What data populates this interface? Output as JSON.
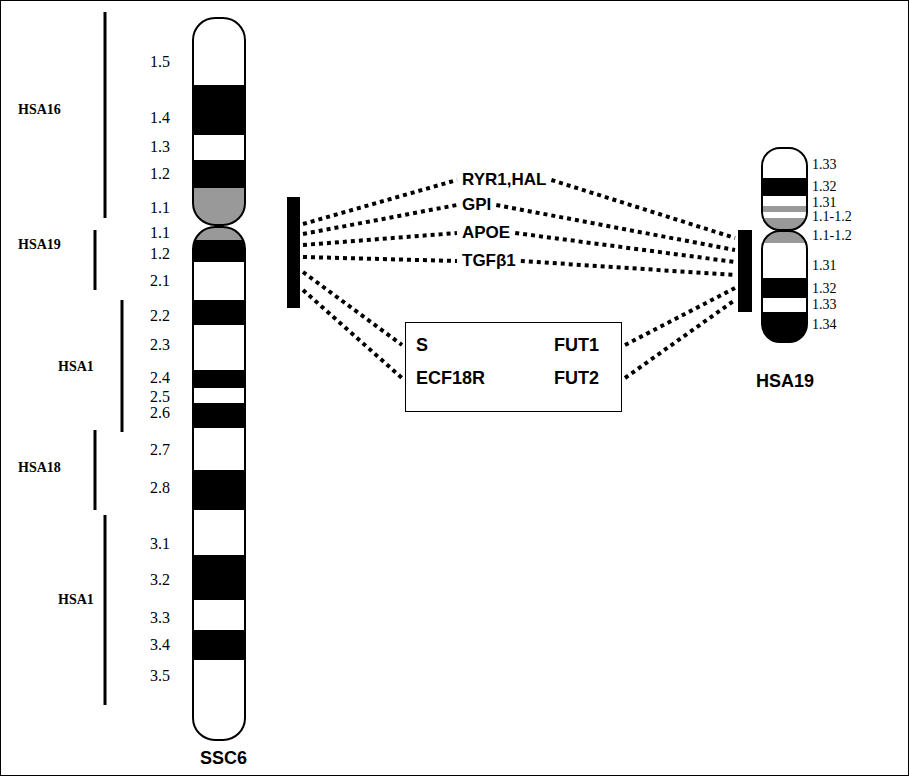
{
  "diagram": {
    "nodes": [
      {
        "text": [
          "SSC6"
        ]
      },
      {
        "text": [
          "RYR1,HAL"
        ]
      },
      {
        "text": [
          "GPI"
        ]
      },
      {
        "text": [
          "APOE"
        ]
      },
      {
        "text": [
          "TGFβ1"
        ]
      },
      {
        "text": [
          "S",
          "FUT1",
          "ECF18R",
          "FUT2"
        ]
      },
      {
        "text": [
          "HSA19"
        ]
      }
    ],
    "edges": [
      {
        "from": 0,
        "to": 1,
        "arrow": "none"
      },
      {
        "from": 0,
        "to": 2,
        "arrow": "none"
      },
      {
        "from": 0,
        "to": 3,
        "arrow": "none"
      },
      {
        "from": 0,
        "to": 4,
        "arrow": "none"
      },
      {
        "from": 0,
        "to": 5,
        "arrow": "none"
      },
      {
        "from": 0,
        "to": 5,
        "arrow": "none"
      },
      {
        "from": 1,
        "to": 6,
        "arrow": "none"
      },
      {
        "from": 2,
        "to": 6,
        "arrow": "none"
      },
      {
        "from": 3,
        "to": 6,
        "arrow": "none"
      },
      {
        "from": 4,
        "to": 6,
        "arrow": "none"
      },
      {
        "from": 5,
        "to": 6,
        "arrow": "none"
      },
      {
        "from": 5,
        "to": 6,
        "arrow": "none"
      }
    ],
    "labels": [
      "HSA16",
      "HSA19",
      "HSA1",
      "HSA18",
      "HSA1",
      "1.5",
      "1.4",
      "1.3",
      "1.2",
      "1.1",
      "1.1",
      "1.2",
      "2.1",
      "2.2",
      "2.3",
      "2.4",
      "2.5",
      "2.6",
      "2.7",
      "2.8",
      "3.1",
      "3.2",
      "3.3",
      "3.4",
      "3.5",
      "1.33",
      "1.32",
      "1.31",
      "1.1-1.2",
      "1.1-1.2",
      "1.31",
      "1.32",
      "1.33",
      "1.34"
    ]
  }
}
